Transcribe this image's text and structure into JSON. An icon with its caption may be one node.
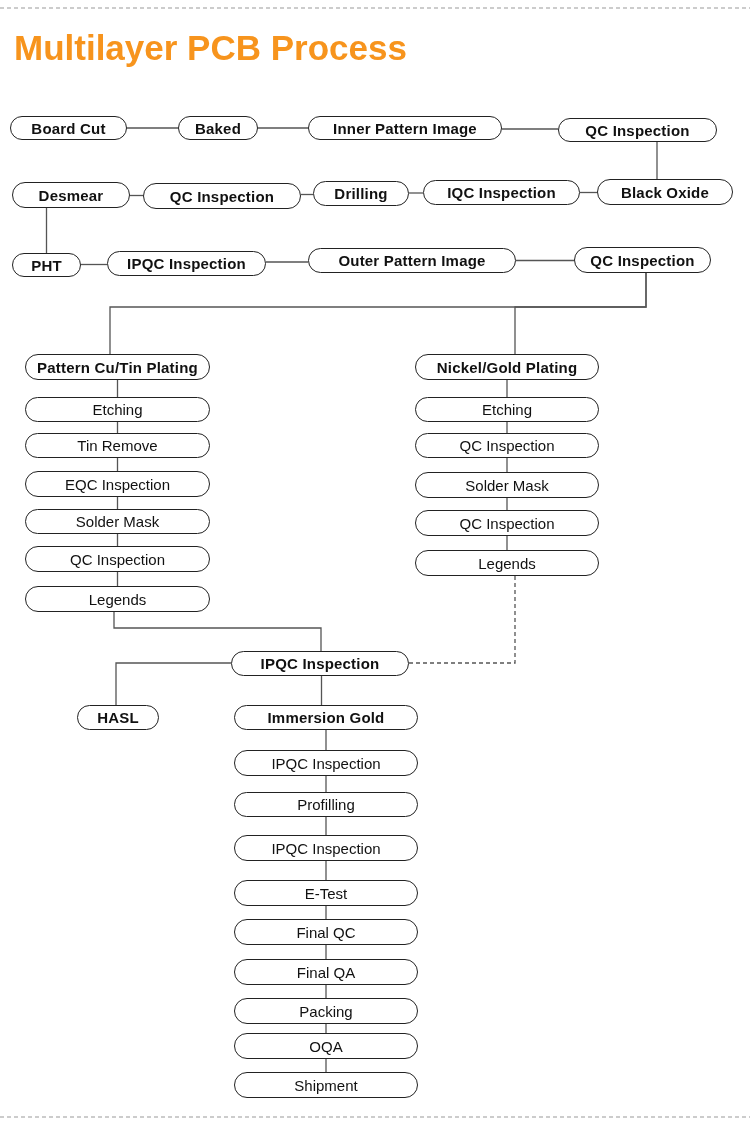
{
  "diagram": {
    "title": "Multilayer PCB Process",
    "nodes": [
      {
        "text": [
          "Board Cut"
        ]
      },
      {
        "text": [
          "Baked"
        ]
      },
      {
        "text": [
          "Inner Pattern Image"
        ]
      },
      {
        "text": [
          "QC Inspection"
        ]
      },
      {
        "text": [
          "Black Oxide"
        ]
      },
      {
        "text": [
          "IQC Inspection"
        ]
      },
      {
        "text": [
          "Drilling"
        ]
      },
      {
        "text": [
          "QC Inspection"
        ]
      },
      {
        "text": [
          "Desmear"
        ]
      },
      {
        "text": [
          "PHT"
        ]
      },
      {
        "text": [
          "IPQC Inspection"
        ]
      },
      {
        "text": [
          "Outer Pattern Image"
        ]
      },
      {
        "text": [
          "QC Inspection"
        ]
      },
      {
        "text": [
          "Pattern Cu/Tin Plating"
        ]
      },
      {
        "text": [
          "Etching"
        ]
      },
      {
        "text": [
          "Tin Remove"
        ]
      },
      {
        "text": [
          "EQC Inspection"
        ]
      },
      {
        "text": [
          "Solder Mask"
        ]
      },
      {
        "text": [
          "QC Inspection"
        ]
      },
      {
        "text": [
          "Legends"
        ]
      },
      {
        "text": [
          "Nickel/Gold Plating"
        ]
      },
      {
        "text": [
          "Etching"
        ]
      },
      {
        "text": [
          "QC Inspection"
        ]
      },
      {
        "text": [
          "Solder Mask"
        ]
      },
      {
        "text": [
          "QC Inspection"
        ]
      },
      {
        "text": [
          "Legends"
        ]
      },
      {
        "text": [
          "IPQC Inspection"
        ]
      },
      {
        "text": [
          "HASL"
        ]
      },
      {
        "text": [
          "Immersion Gold"
        ]
      },
      {
        "text": [
          "IPQC Inspection"
        ]
      },
      {
        "text": [
          "Profilling"
        ]
      },
      {
        "text": [
          "IPQC Inspection"
        ]
      },
      {
        "text": [
          "E-Test"
        ]
      },
      {
        "text": [
          "Final QC"
        ]
      },
      {
        "text": [
          "Final QA"
        ]
      },
      {
        "text": [
          "Packing"
        ]
      },
      {
        "text": [
          "OQA"
        ]
      },
      {
        "text": [
          "Shipment"
        ]
      }
    ],
    "edges": [
      {
        "from": 0,
        "to": 1,
        "arrow": "none"
      },
      {
        "from": 1,
        "to": 2,
        "arrow": "none"
      },
      {
        "from": 2,
        "to": 3,
        "arrow": "none"
      },
      {
        "from": 3,
        "to": 4,
        "arrow": "none"
      },
      {
        "from": 4,
        "to": 5,
        "arrow": "none"
      },
      {
        "from": 5,
        "to": 6,
        "arrow": "none"
      },
      {
        "from": 6,
        "to": 7,
        "arrow": "none"
      },
      {
        "from": 7,
        "to": 8,
        "arrow": "none"
      },
      {
        "from": 8,
        "to": 9,
        "arrow": "none"
      },
      {
        "from": 9,
        "to": 10,
        "arrow": "none"
      },
      {
        "from": 10,
        "to": 11,
        "arrow": "none"
      },
      {
        "from": 11,
        "to": 12,
        "arrow": "none"
      },
      {
        "from": 12,
        "to": 13,
        "arrow": "none"
      },
      {
        "from": 12,
        "to": 20,
        "arrow": "none"
      },
      {
        "from": 13,
        "to": 14,
        "arrow": "none"
      },
      {
        "from": 14,
        "to": 15,
        "arrow": "none"
      },
      {
        "from": 15,
        "to": 16,
        "arrow": "none"
      },
      {
        "from": 16,
        "to": 17,
        "arrow": "none"
      },
      {
        "from": 17,
        "to": 18,
        "arrow": "none"
      },
      {
        "from": 18,
        "to": 19,
        "arrow": "none"
      },
      {
        "from": 20,
        "to": 21,
        "arrow": "none"
      },
      {
        "from": 21,
        "to": 22,
        "arrow": "none"
      },
      {
        "from": 22,
        "to": 23,
        "arrow": "none"
      },
      {
        "from": 23,
        "to": 24,
        "arrow": "none"
      },
      {
        "from": 24,
        "to": 25,
        "arrow": "none"
      },
      {
        "from": 19,
        "to": 26,
        "arrow": "none"
      },
      {
        "from": 25,
        "to": 26,
        "arrow": "none",
        "style": "dashed"
      },
      {
        "from": 26,
        "to": 27,
        "arrow": "none"
      },
      {
        "from": 26,
        "to": 28,
        "arrow": "none"
      },
      {
        "from": 28,
        "to": 29,
        "arrow": "none"
      },
      {
        "from": 29,
        "to": 30,
        "arrow": "none"
      },
      {
        "from": 30,
        "to": 31,
        "arrow": "none"
      },
      {
        "from": 31,
        "to": 32,
        "arrow": "none"
      },
      {
        "from": 32,
        "to": 33,
        "arrow": "none"
      },
      {
        "from": 33,
        "to": 34,
        "arrow": "none"
      },
      {
        "from": 34,
        "to": 35,
        "arrow": "none"
      },
      {
        "from": 35,
        "to": 36,
        "arrow": "none"
      },
      {
        "from": 36,
        "to": 37,
        "arrow": "none"
      }
    ]
  }
}
